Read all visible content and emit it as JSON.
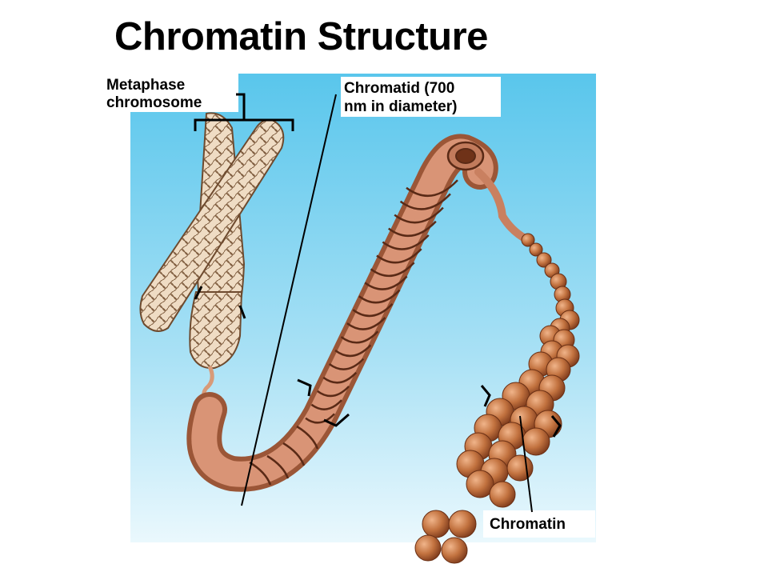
{
  "title": "Chromatin Structure",
  "labels": {
    "metaphase_line1": "Metaphase",
    "metaphase_line2": "chromosome",
    "chromatid_line1": "Chromatid (700",
    "chromatid_line2": "nm in diameter)",
    "chromatin": "Chromatin"
  },
  "colors": {
    "background_top": "#59c6ec",
    "background_bottom": "#eaf8fd",
    "coil": "#c8856b",
    "coil_dark": "#8a4a33",
    "chromosome": "#e9d2b8",
    "bead": "#b9683f"
  }
}
